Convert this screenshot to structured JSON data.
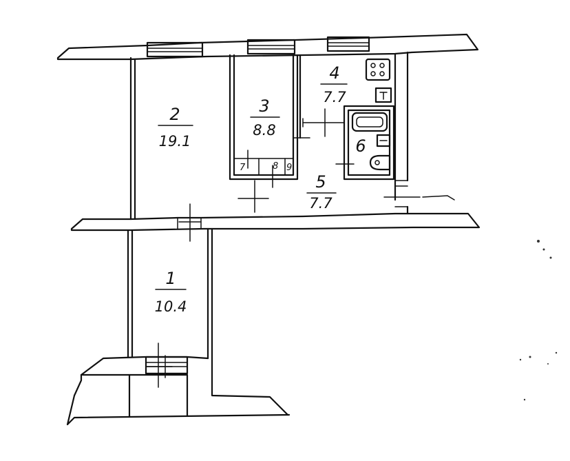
{
  "rooms": [
    {
      "number": "1",
      "area": "10.4"
    },
    {
      "number": "2",
      "area": "19.1"
    },
    {
      "number": "3",
      "area": "8.8"
    },
    {
      "number": "4",
      "area": "7.7"
    },
    {
      "number": "5",
      "area": "7.7"
    },
    {
      "number": "6",
      "area": ""
    }
  ],
  "closets": [
    {
      "number": "7"
    },
    {
      "number": "8"
    },
    {
      "number": "9"
    }
  ],
  "fixtures": [
    "stove",
    "sink",
    "bathtub",
    "washbasin",
    "toilet"
  ],
  "colors": {
    "ink": "#111111",
    "paper": "#ffffff"
  }
}
